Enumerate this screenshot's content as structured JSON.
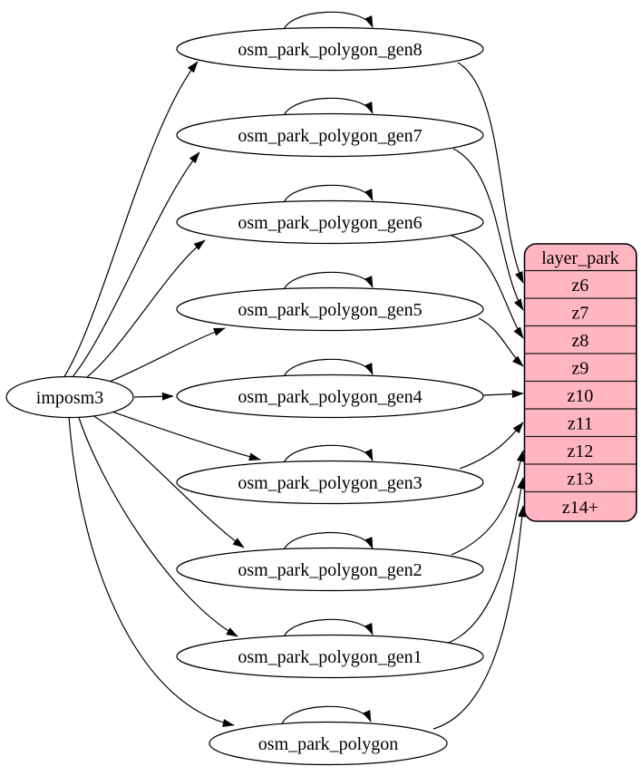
{
  "graph": {
    "source": {
      "label": "imposm3"
    },
    "tables": [
      {
        "label": "osm_park_polygon_gen8"
      },
      {
        "label": "osm_park_polygon_gen7"
      },
      {
        "label": "osm_park_polygon_gen6"
      },
      {
        "label": "osm_park_polygon_gen5"
      },
      {
        "label": "osm_park_polygon_gen4"
      },
      {
        "label": "osm_park_polygon_gen3"
      },
      {
        "label": "osm_park_polygon_gen2"
      },
      {
        "label": "osm_park_polygon_gen1"
      },
      {
        "label": "osm_park_polygon"
      }
    ],
    "layer": {
      "header": "layer_park",
      "rows": [
        "z6",
        "z7",
        "z8",
        "z9",
        "z10",
        "z11",
        "z12",
        "z13",
        "z14+"
      ]
    },
    "edges": {
      "from_source": [
        "osm_park_polygon_gen8",
        "osm_park_polygon_gen7",
        "osm_park_polygon_gen6",
        "osm_park_polygon_gen5",
        "osm_park_polygon_gen4",
        "osm_park_polygon_gen3",
        "osm_park_polygon_gen2",
        "osm_park_polygon_gen1",
        "osm_park_polygon"
      ],
      "self_loops": [
        "osm_park_polygon_gen8",
        "osm_park_polygon_gen7",
        "osm_park_polygon_gen6",
        "osm_park_polygon_gen5",
        "osm_park_polygon_gen4",
        "osm_park_polygon_gen3",
        "osm_park_polygon_gen2",
        "osm_park_polygon_gen1",
        "osm_park_polygon"
      ],
      "to_layer_rows": [
        {
          "table": "osm_park_polygon_gen8",
          "row": "z6"
        },
        {
          "table": "osm_park_polygon_gen7",
          "row": "z7"
        },
        {
          "table": "osm_park_polygon_gen6",
          "row": "z8"
        },
        {
          "table": "osm_park_polygon_gen5",
          "row": "z9"
        },
        {
          "table": "osm_park_polygon_gen4",
          "row": "z10"
        },
        {
          "table": "osm_park_polygon_gen3",
          "row": "z11"
        },
        {
          "table": "osm_park_polygon_gen2",
          "row": "z12"
        },
        {
          "table": "osm_park_polygon_gen1",
          "row": "z13"
        },
        {
          "table": "osm_park_polygon",
          "row": "z14+"
        }
      ]
    },
    "colors": {
      "layer_fill": "#ffb6c1",
      "node_fill": "#ffffff",
      "stroke": "#000000"
    }
  }
}
